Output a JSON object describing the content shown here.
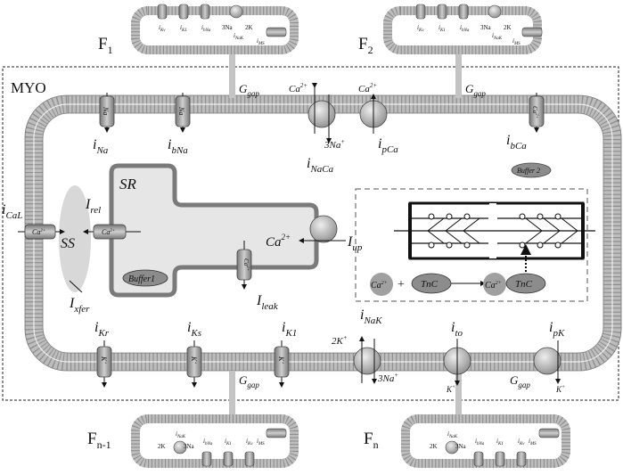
{
  "labels": {
    "f1": "F",
    "f1_sub": "1",
    "f2": "F",
    "f2_sub": "2",
    "fn1": "F",
    "fn1_sub": "n-1",
    "fn": "F",
    "fn_sub": "n",
    "myo": "MYO",
    "sr": "SR",
    "ss": "SS",
    "buffer1": "Buffer1",
    "buffer2": "Buffer 2",
    "tnc": "TnC",
    "plus": "+",
    "ca": "Ca",
    "ca_sup": "2+",
    "g": "G",
    "g_sub": "gap",
    "i": "i",
    "I": "I",
    "na_sub": "Na",
    "bna_sub": "bNa",
    "naca_sub": "NaCa",
    "pca_sub": "pCa",
    "bca_sub": "bCa",
    "cal_sub": "CaL",
    "rel_sub": "rel",
    "up_sub": "up",
    "leak_sub": "leak",
    "xfer_sub": "xfer",
    "kr_sub": "Kr",
    "ks_sub": "Ks",
    "k1_sub": "K1",
    "nak_sub": "NaK",
    "to_sub": "to",
    "pk_sub": "pK",
    "na3": "3Na",
    "k2": "2K",
    "plus_sup": "+",
    "na_ch": "Na",
    "k_ch": "K",
    "ca_ch": "Ca",
    "mini_kv": "i",
    "mini_kv_sub": "Kv",
    "mini_k1_sub": "K1",
    "mini_bna_sub": "bNa",
    "mini_nak_sub": "NaK",
    "mini_ms_sub": "MS",
    "mini_3na": "3Na",
    "mini_2k": "2K"
  },
  "colors": {
    "membrane": "#bdbdbd",
    "membrane_dark": "#8a8a8a",
    "sr_fill": "#e6e6e6",
    "sr_stroke": "#7a7a7a",
    "ss_fill": "#d8d8d8",
    "channel": "#9a9a9a",
    "pump": "#a8a8a8",
    "buffer": "#8c8c8c"
  }
}
